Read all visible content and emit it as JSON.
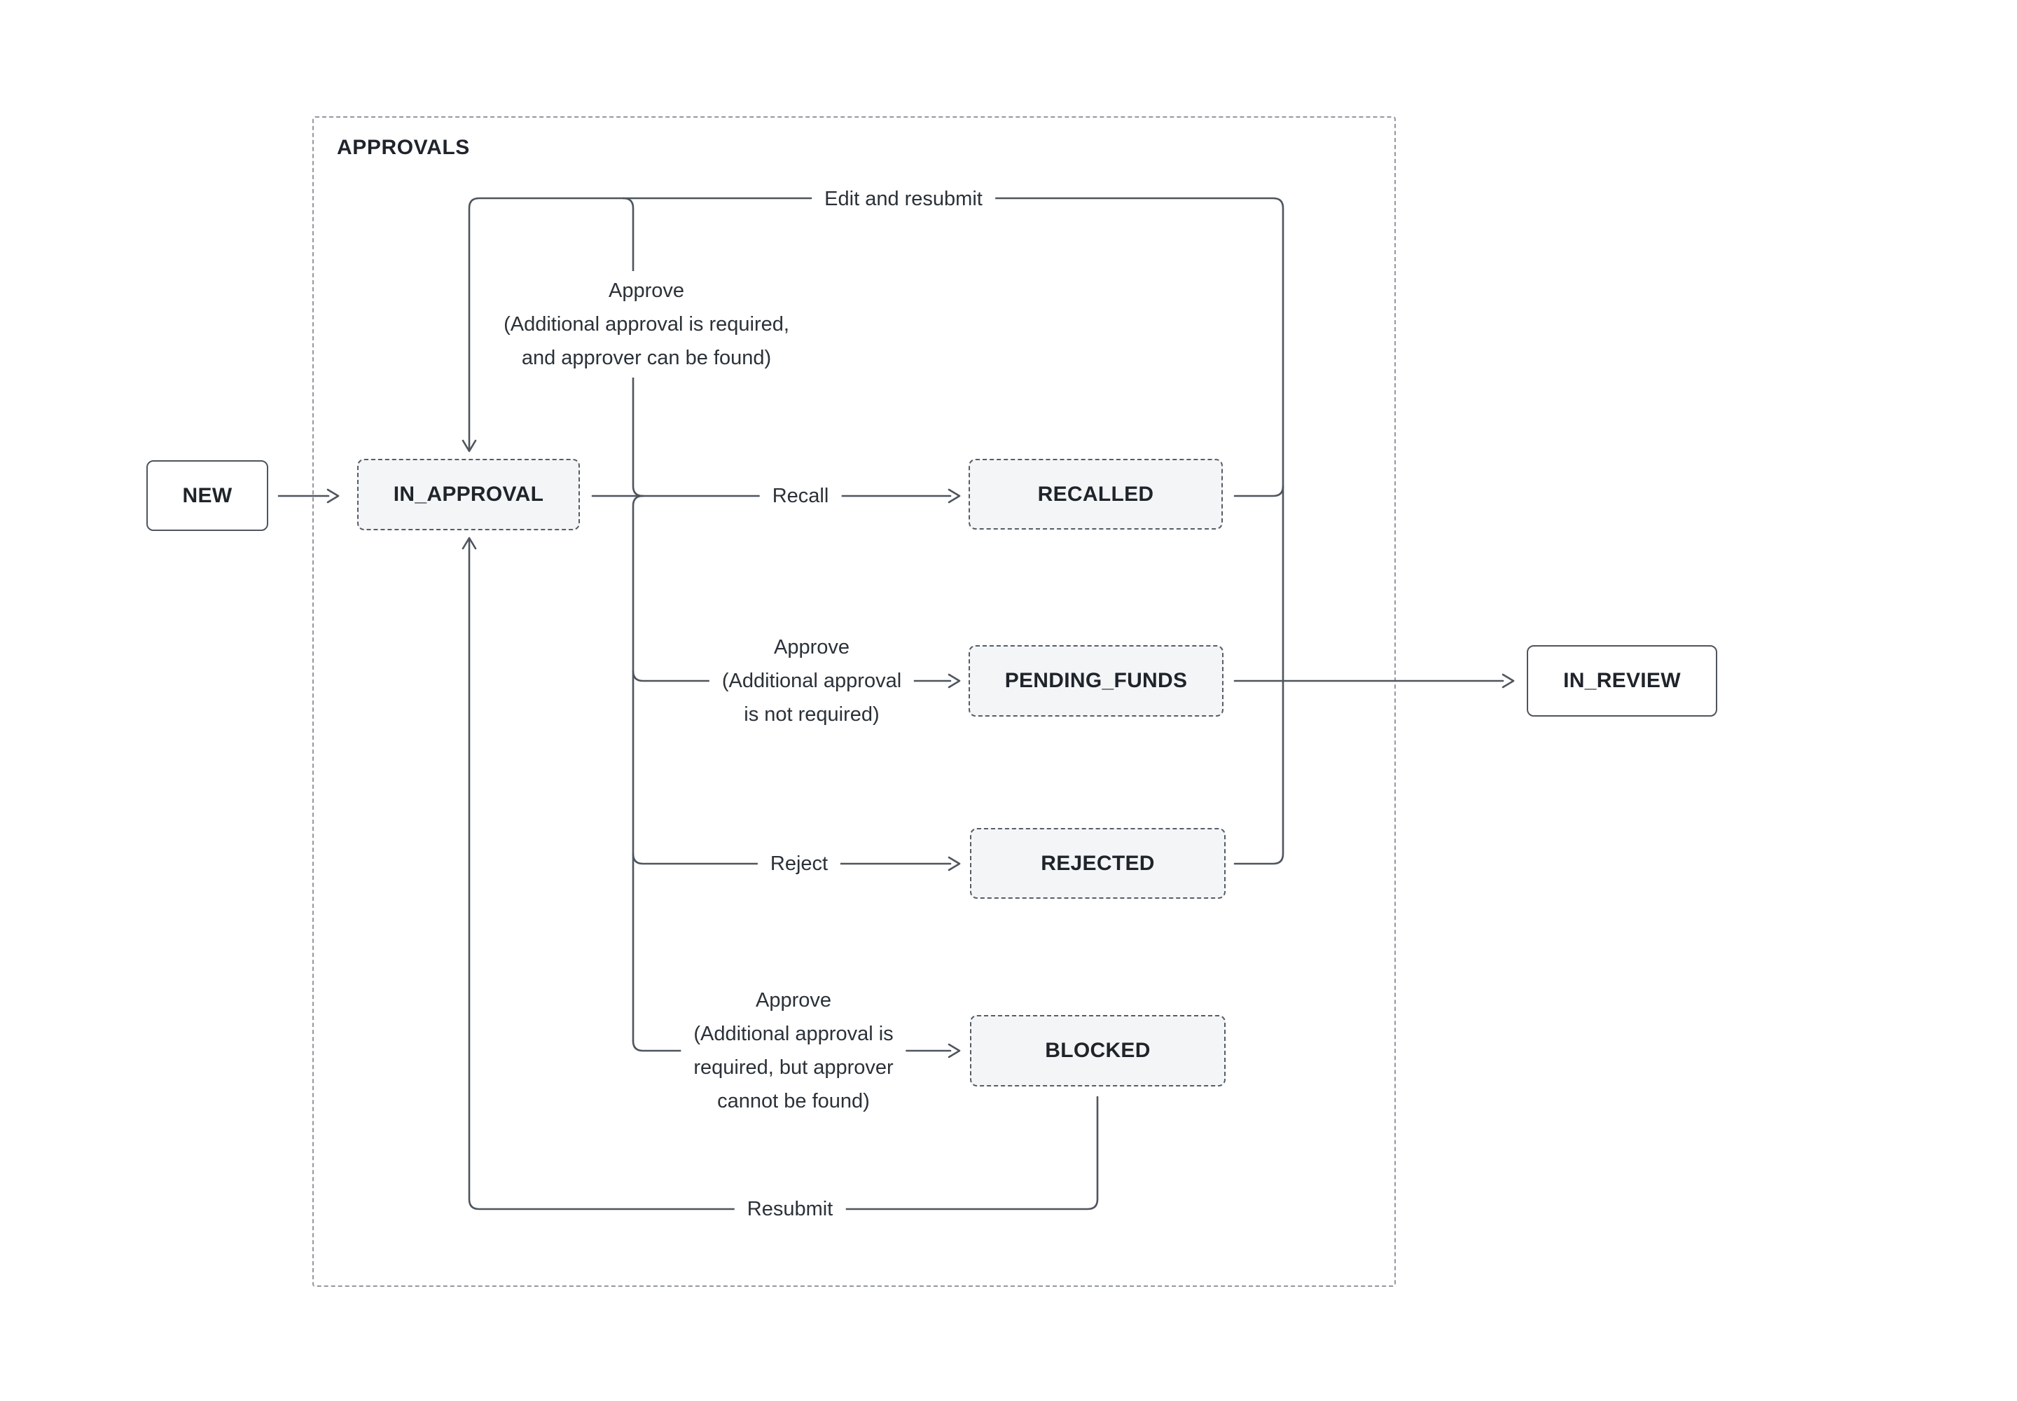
{
  "title": "APPROVALS",
  "colors": {
    "background": "#ffffff",
    "line": "#4e555e",
    "container_border": "#9399a1",
    "node_border": "#565d66",
    "node_fill": "#f4f5f7",
    "solid_node_fill": "#ffffff",
    "node_text": "#1f242b",
    "label_text": "#2b3138"
  },
  "nodes": {
    "new": {
      "label": "NEW",
      "style": "solid"
    },
    "in_approval": {
      "label": "IN_APPROVAL",
      "style": "dashed"
    },
    "recalled": {
      "label": "RECALLED",
      "style": "dashed"
    },
    "pending_funds": {
      "label": "PENDING_FUNDS",
      "style": "dashed"
    },
    "rejected": {
      "label": "REJECTED",
      "style": "dashed"
    },
    "blocked": {
      "label": "BLOCKED",
      "style": "dashed"
    },
    "in_review": {
      "label": "IN_REVIEW",
      "style": "solid"
    }
  },
  "edges": {
    "edit_and_resubmit": {
      "from": "RECALLED / REJECTED",
      "to": "IN_APPROVAL",
      "lines": [
        "Edit and resubmit"
      ]
    },
    "approve_loop": {
      "from": "IN_APPROVAL",
      "to": "IN_APPROVAL",
      "lines": [
        "Approve",
        "(Additional approval is required,",
        "and approver can be found)"
      ]
    },
    "recall": {
      "from": "IN_APPROVAL",
      "to": "RECALLED",
      "lines": [
        "Recall"
      ]
    },
    "approve_no_additional": {
      "from": "IN_APPROVAL",
      "to": "PENDING_FUNDS",
      "lines": [
        "Approve",
        "(Additional approval",
        "is not required)"
      ]
    },
    "reject": {
      "from": "IN_APPROVAL",
      "to": "REJECTED",
      "lines": [
        "Reject"
      ]
    },
    "approve_no_approver": {
      "from": "IN_APPROVAL",
      "to": "BLOCKED",
      "lines": [
        "Approve",
        "(Additional approval is",
        "required, but approver",
        "cannot be found)"
      ]
    },
    "resubmit": {
      "from": "BLOCKED",
      "to": "IN_APPROVAL",
      "lines": [
        "Resubmit"
      ]
    }
  }
}
